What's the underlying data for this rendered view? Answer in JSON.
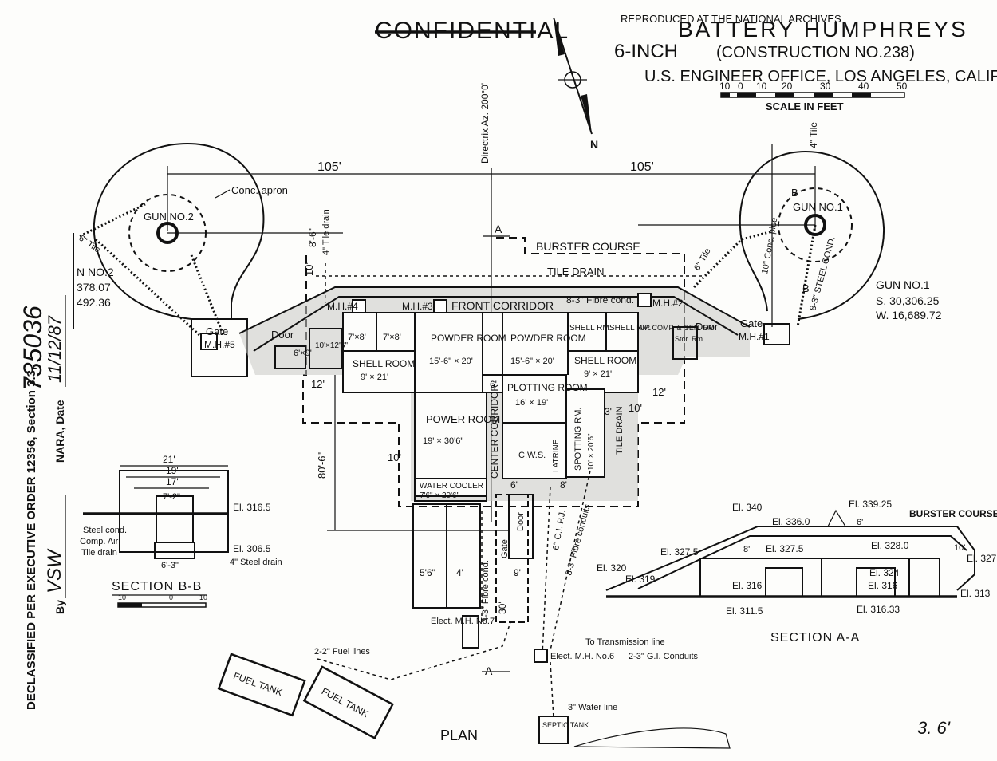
{
  "header": {
    "stamp": "CONFIDENTIAL",
    "archives": "REPRODUCED AT THE NATIONAL ARCHIVES",
    "title": "BATTERY HUMPHREYS",
    "caliber": "6-INCH",
    "construction": "(CONSTRUCTION NO.238)",
    "office": "U.S. ENGINEER OFFICE, LOS ANGELES, CALIF.",
    "scale_label": "SCALE IN FEET",
    "scale_ticks": [
      "10",
      "0",
      "10",
      "20",
      "30",
      "40",
      "50"
    ],
    "north": "N"
  },
  "margin": {
    "declassified": "DECLASSIFIED PER EXECUTIVE ORDER 12356, Section 3.3,",
    "number": "735036",
    "by": "By",
    "by_value": "VSW",
    "nara": "NARA, Date",
    "date_value": "11/12/87"
  },
  "plan": {
    "dim_left": "105'",
    "dim_right": "105'",
    "directrix": "Directrix Az. 200°0'",
    "gun1": "GUN NO.1",
    "gun2": "GUN NO.2",
    "conc_apron": "Conc. apron",
    "tile_drain_v": "4\" Tile drain",
    "tile_4": "4\" Tile",
    "tile_6": "6\" Tile",
    "cond_10": "10\" Conc. pipe",
    "steel_cond": "8-3\" STEEL COND.",
    "tile_6_left": "6\" Tile",
    "burster": "BURSTER COURSE",
    "tile_drain": "TILE DRAIN",
    "front_corridor": "FRONT CORRIDOR",
    "fibre_cond": "8-3\" Fibre cond.",
    "mh4": "M.H.#4",
    "mh3": "M.H.#3",
    "mh2": "M.H.#2",
    "mh5": "M.H.#5",
    "mh1": "M.H.#1",
    "gate_l": "Gate",
    "gate_r": "Gate",
    "door_l": "Door",
    "door_r": "Door",
    "powder_l": "POWDER ROOM",
    "powder_l_dim": "15'-6\" × 20'",
    "powder_r": "POWDER ROOM",
    "powder_r_dim": "15'-6\" × 20'",
    "shell_l": "SHELL ROOM",
    "shell_l_dim": "9' × 21'",
    "shell_r": "SHELL ROOM",
    "shell_r_dim": "9' × 21'",
    "shell_rm_a": "SHELL RM.",
    "shell_rm_b": "SHELL RM.",
    "aircomp": "AIR COMP. & GEN. RM.",
    "stor": "Stor. Rm.",
    "r78a": "7'×8'",
    "r78b": "7'×8'",
    "r69": "6'×9'",
    "r1012": "10'×12'6\"",
    "power": "POWER ROOM",
    "power_dim": "19' × 30'6\"",
    "center_corridor": "CENTER CORRIDOR",
    "plotting": "PLOTTING ROOM",
    "plotting_dim": "16' × 19'",
    "spotting": "SPOTTING RM.",
    "spotting_dim": "10' × 20'6\"",
    "tile_drain_r": "TILE DRAIN",
    "cws": "C.W.S.",
    "latrine": "LATRINE",
    "water_cooler": "WATER COOLER",
    "water_cooler_dim": "7'6\" × 20'6\"",
    "dim_12_l": "12'",
    "dim_12_r": "12'",
    "dim_10_l": "10'",
    "dim_10_r": "10'",
    "dim_10_top": "10'",
    "dim_8_6": "8'-6\"",
    "dim_80_6": "80'-6\"",
    "dim_6a": "6'",
    "dim_6b": "6'",
    "dim_3": "3'",
    "dim_8": "8'",
    "dim_5_6": "5'6\"",
    "dim_4": "4'",
    "dim_9": "9'",
    "dim_30": "30'",
    "fibre_4_3": "4-3\" Fibre cond.",
    "fibre_8_3": "8-3\" Fibre conduits",
    "ci_pj": "6\" C.I. P.J.",
    "door_c": "Door",
    "gate_c": "Gate",
    "elect_mh7": "Elect. M.H. No.7",
    "elect_mh6": "Elect. M.H. No.6",
    "to_transmission": "To Transmission line",
    "conduits": "2-3\" G.I. Conduits",
    "fuel_lines": "2-2\" Fuel lines",
    "fuel_tank_1": "FUEL TANK",
    "fuel_tank_2": "FUEL TANK",
    "water_line": "3\" Water line",
    "septic": "SEPTIC TANK",
    "plan": "PLAN",
    "section_a_top": "A",
    "section_a_bot": "A",
    "section_b_top": "B",
    "section_b_bot": "B"
  },
  "gun_no1": {
    "label": "GUN NO.1",
    "s": "S. 30,306.25",
    "w": "W. 16,689.72"
  },
  "gun_no2": {
    "n": "N NO.2",
    "a": "378.07",
    "b": "492.36"
  },
  "section_bb": {
    "title": "SECTION B-B",
    "d21": "21'",
    "d19": "19'",
    "d17": "17'",
    "d72": "7'-2\"",
    "d63": "6'-3\"",
    "el_top": "El. 316.5",
    "el_bot": "El. 306.5",
    "steel_drain": "4\" Steel drain",
    "steel_cond": "Steel cond.",
    "comp_air": "Comp. Air",
    "tile_drain": "Tile drain",
    "scale": [
      "10",
      "0",
      "10"
    ]
  },
  "section_aa": {
    "title": "SECTION A-A",
    "burster": "BURSTER COURSE",
    "el_340": "El. 340",
    "el_339": "El. 339.25",
    "el_336": "El. 336.0",
    "el_3275a": "El. 327.5",
    "el_3275b": "El. 327.5",
    "el_328": "El. 328.0",
    "el_327": "El. 327",
    "el_324": "El. 324",
    "el_316a": "El. 316",
    "el_316b": "El. 316",
    "el_320": "El. 320",
    "el_319": "El. 319",
    "el_3115": "El. 311.5",
    "el_31633": "El. 316.33",
    "el_313": "El. 313",
    "d6": "6'",
    "d10": "10'",
    "d8": "8'"
  },
  "corner": "3. 6'"
}
